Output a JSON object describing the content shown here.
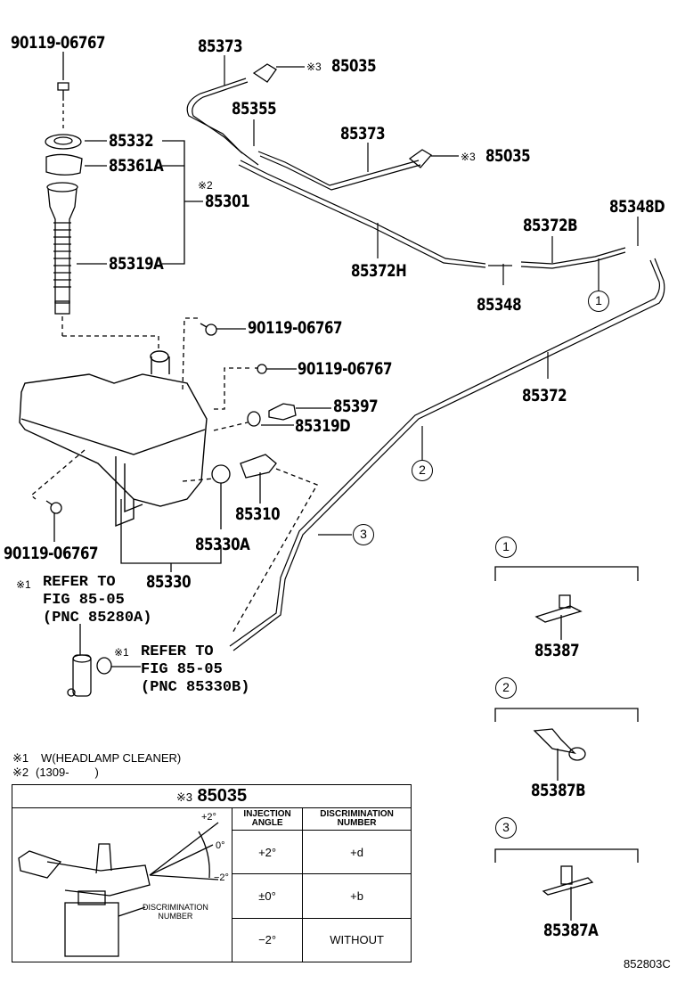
{
  "figure_id": "852803C",
  "parts": {
    "bolt_top": "90119-06767",
    "bolt_mid1": "90119-06767",
    "bolt_mid2": "90119-06767",
    "bolt_low": "90119-06767",
    "cap": "85332",
    "cap_holder": "85361A",
    "inlet_assy": "85301",
    "inlet_assy_mark": "※2",
    "inlet_hose": "85319A",
    "hose_front_top": "85373",
    "hose_front_mid": "85373",
    "nozzle_top": "85035",
    "nozzle_top_mark": "※3",
    "nozzle_mid": "85035",
    "nozzle_mid_mark": "※3",
    "joint_t": "85355",
    "hose_h": "85372H",
    "joint": "85348",
    "hose_b": "85372B",
    "joint_d": "85348D",
    "hose_rear": "85372",
    "level_sensor": "85397",
    "grommet_d": "85319D",
    "pump_motor": "85310",
    "grommet_a": "85330A",
    "tank_assy": "85330"
  },
  "refs": {
    "ref1": {
      "mark": "※1",
      "lines": [
        "REFER TO",
        "FIG 85-05",
        "(PNC 85280A)"
      ]
    },
    "ref2": {
      "mark": "※1",
      "lines": [
        "REFER TO",
        "FIG 85-05",
        "(PNC 85330B)"
      ]
    }
  },
  "notes": [
    {
      "mark": "※1",
      "text": "W(HEADLAMP CLEANER)"
    },
    {
      "mark": "※2",
      "text": "(1309-        )"
    }
  ],
  "callouts": [
    "1",
    "2",
    "3"
  ],
  "details": [
    {
      "circle": "1",
      "part": "85387"
    },
    {
      "circle": "2",
      "part": "85387B"
    },
    {
      "circle": "3",
      "part": "85387A"
    }
  ],
  "spec_table": {
    "mark": "※3",
    "part": "85035",
    "diagram_labels": {
      "up": "+2°",
      "mid": "0°",
      "down": "−2°",
      "discrimination": "DISCRIMINATION\nNUMBER"
    },
    "headers": [
      "INJECTION\nANGLE",
      "DISCRIMINATION\nNUMBER"
    ],
    "rows": [
      {
        "angle": "+2°",
        "number": "+d"
      },
      {
        "angle": "±0°",
        "number": "+b"
      },
      {
        "angle": "−2°",
        "number": "WITHOUT"
      }
    ]
  }
}
